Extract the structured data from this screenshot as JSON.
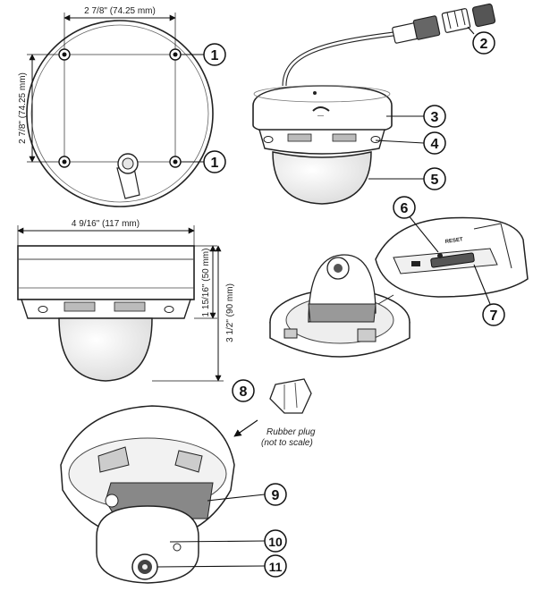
{
  "dimensions": {
    "top_width": "2 7/8\" (74.25 mm)",
    "top_height": "2 7/8\" (74.25 mm)",
    "side_width": "4 9/16\" (117 mm)",
    "side_body_height": "1 15/16\" (50 mm)",
    "side_total_height": "3 1/2\" (90 mm)"
  },
  "labels": {
    "reset": "RESET",
    "rubber_plug_line1": "Rubber plug",
    "rubber_plug_line2": "(not to scale)"
  },
  "callouts": [
    "1",
    "1",
    "2",
    "3",
    "4",
    "5",
    "6",
    "7",
    "8",
    "9",
    "10",
    "11"
  ]
}
